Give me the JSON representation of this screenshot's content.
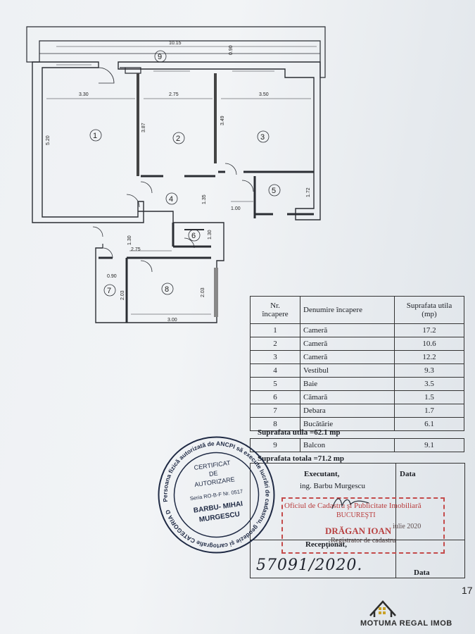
{
  "plan": {
    "rooms": [
      {
        "id": "1",
        "label": "1"
      },
      {
        "id": "2",
        "label": "2"
      },
      {
        "id": "3",
        "label": "3"
      },
      {
        "id": "4",
        "label": "4"
      },
      {
        "id": "5",
        "label": "5"
      },
      {
        "id": "6",
        "label": "6"
      },
      {
        "id": "7",
        "label": "7"
      },
      {
        "id": "8",
        "label": "8"
      },
      {
        "id": "9",
        "label": "9"
      }
    ],
    "dimensions": {
      "d_10_15": "10.15",
      "d_0_90a": "0.90",
      "d_3_30": "3.30",
      "d_5_20": "5.20",
      "d_2_75a": "2.75",
      "d_3_87": "3.87",
      "d_3_50": "3.50",
      "d_3_49": "3.49",
      "d_1_72": "1.72",
      "d_1_35": "1.35",
      "d_1_00": "1.00",
      "d_1_30a": "1.30",
      "d_1_30b": "1.30",
      "d_2_75b": "2.75",
      "d_0_90b": "0.90",
      "d_2_03a": "2.03",
      "d_2_03b": "2.03",
      "d_3_00": "3.00"
    }
  },
  "table": {
    "header": {
      "nr": "Nr.\nîncapere",
      "name": "Denumire încapere",
      "area": "Suprafata utila\n(mp)"
    },
    "rows": [
      {
        "nr": "1",
        "name": "Cameră",
        "area": "17.2"
      },
      {
        "nr": "2",
        "name": "Cameră",
        "area": "10.6"
      },
      {
        "nr": "3",
        "name": "Cameră",
        "area": "12.2"
      },
      {
        "nr": "4",
        "name": "Vestibul",
        "area": "9.3"
      },
      {
        "nr": "5",
        "name": "Baie",
        "area": "3.5"
      },
      {
        "nr": "6",
        "name": "Cămară",
        "area": "1.5"
      },
      {
        "nr": "7",
        "name": "Debara",
        "area": "1.7"
      },
      {
        "nr": "8",
        "name": "Bucătărie",
        "area": "6.1"
      }
    ],
    "suprafata_utila": "Suprafata utila =62.1  mp",
    "balcon": {
      "nr": "9",
      "name": "Balcon",
      "area": "9.1"
    },
    "suprafata_totala": "Suprafata totala =71.2  mp"
  },
  "executant": {
    "label": "Executant,",
    "name": "ing. Barbu Murgescu",
    "data_label": "Data",
    "receptionat": "Recepţionat,",
    "data_label2": "Data"
  },
  "stamp_red": {
    "line1": "Oficiul de Cadastru şi Publicitate Imobiliară",
    "line2": "BUCUREŞTI",
    "line3": "DRĂGAN IOAN",
    "line4": "Registrator de cadastru",
    "date": "iulie 2020"
  },
  "seal": {
    "center1": "CERTIFICAT",
    "center2": "DE",
    "center3": "AUTORIZARE",
    "center4": "Seria RO-B-F Nr. 0517",
    "center5": "BARBU- MIHAI",
    "center6": "MURGESCU",
    "ring": "Persoana fizică autorizată de ANCPI să execute lucrări de cadastru, geodezie şi cartografie  CATEGORIA D"
  },
  "handwriting": "57091/2020.",
  "page_mark": "17",
  "logo": {
    "text": "MOTUMA REGAL IMOB"
  }
}
